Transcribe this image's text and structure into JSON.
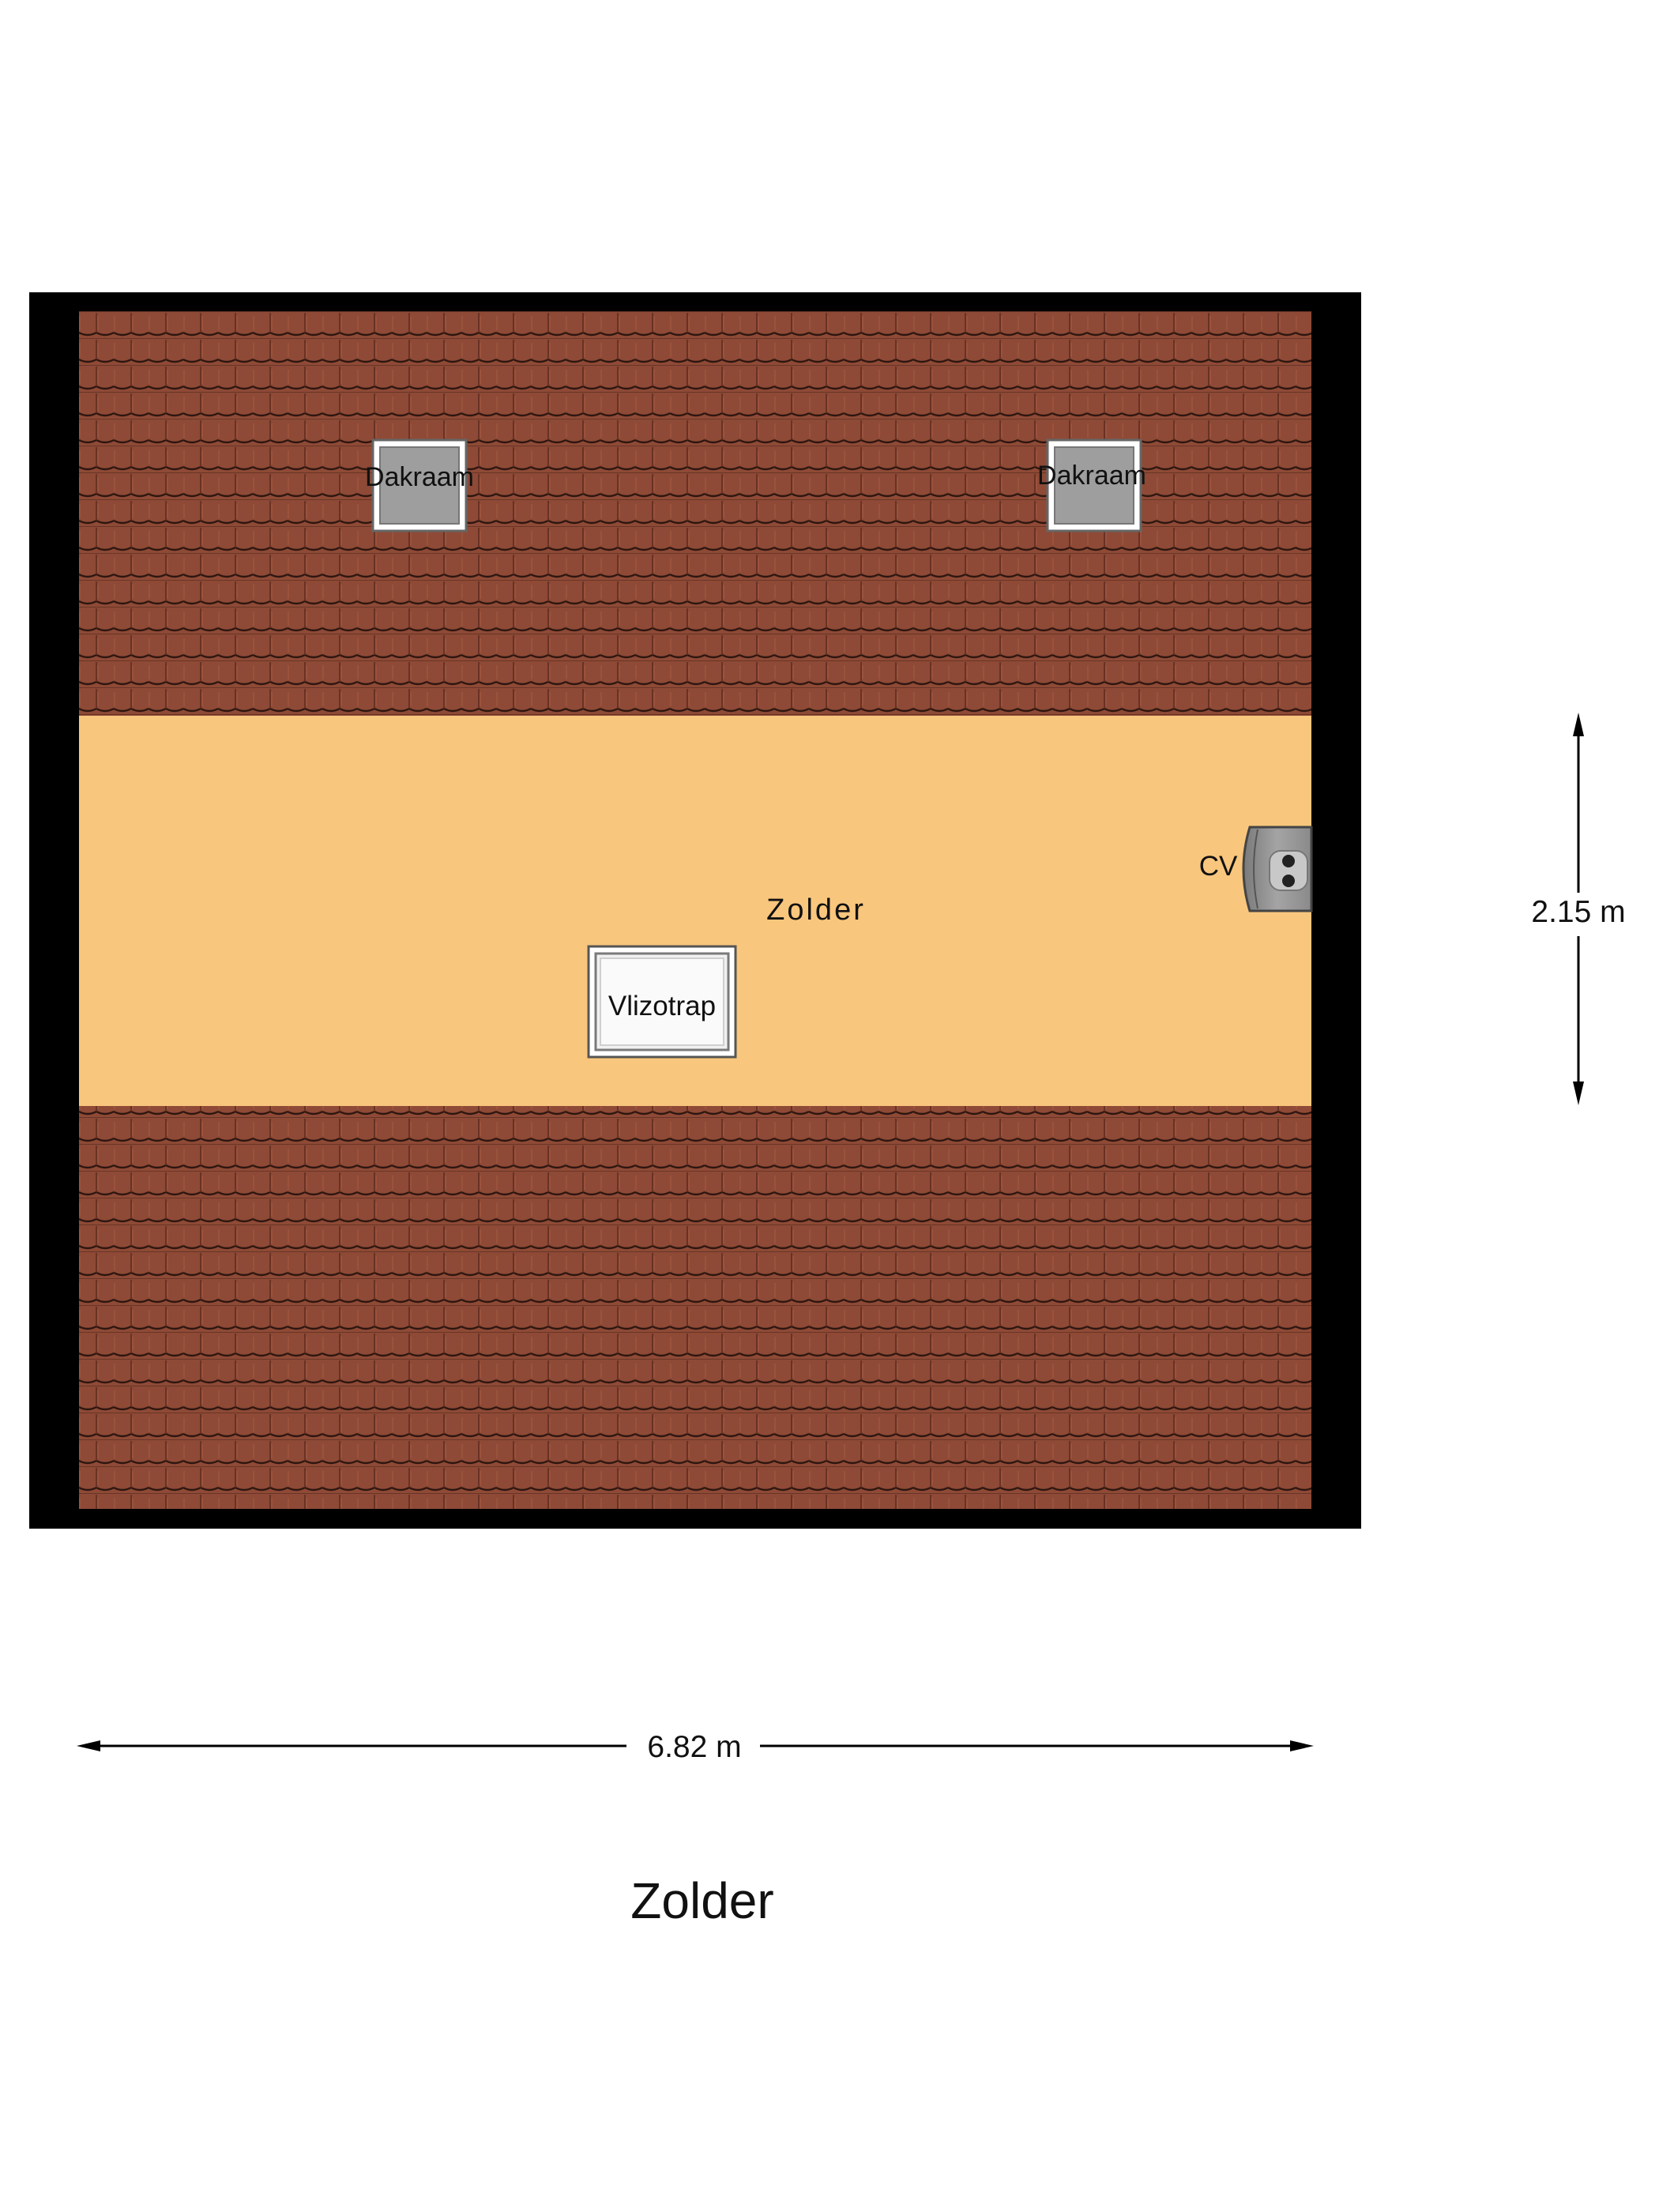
{
  "colors": {
    "wall": "#000000",
    "roof_tile": "#8e4a36",
    "roof_tile_dark": "#2e1610",
    "floor": "#f9c67d",
    "fixture": "#9e9e9e"
  },
  "rooms": [
    {
      "name": "Zolder"
    }
  ],
  "fixtures": {
    "skylight_left": {
      "label": "Dakraam",
      "icon": "skylight-icon"
    },
    "skylight_right": {
      "label": "Dakraam",
      "icon": "skylight-icon"
    },
    "hatch": {
      "label": "Vlizotrap",
      "icon": "loft-ladder-icon"
    },
    "boiler": {
      "label": "CV",
      "icon": "boiler-icon"
    }
  },
  "dimensions": {
    "width": "6.82 m",
    "height": "2.15 m"
  },
  "floor_title": "Zolder"
}
